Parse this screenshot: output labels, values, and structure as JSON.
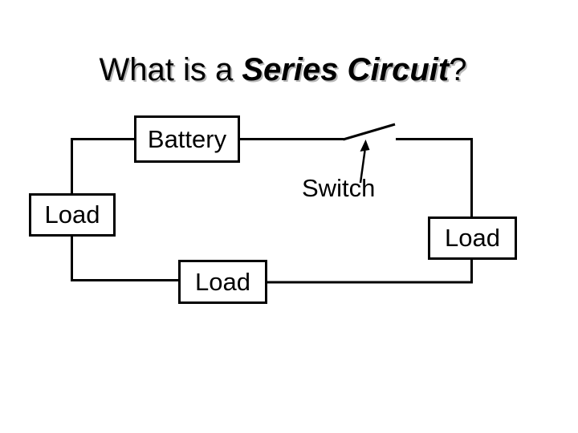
{
  "slide": {
    "background_color": "#ffffff",
    "ink_color": "#000000",
    "title": {
      "prefix": "What is a ",
      "emphasis": "Series Circuit",
      "suffix": "?",
      "shadow_color": "#b8b8b8"
    },
    "diagram": {
      "battery": {
        "label": "Battery"
      },
      "switch": {
        "label": "Switch"
      },
      "loads": {
        "left": "Load",
        "right": "Load",
        "bottom": "Load"
      }
    }
  }
}
